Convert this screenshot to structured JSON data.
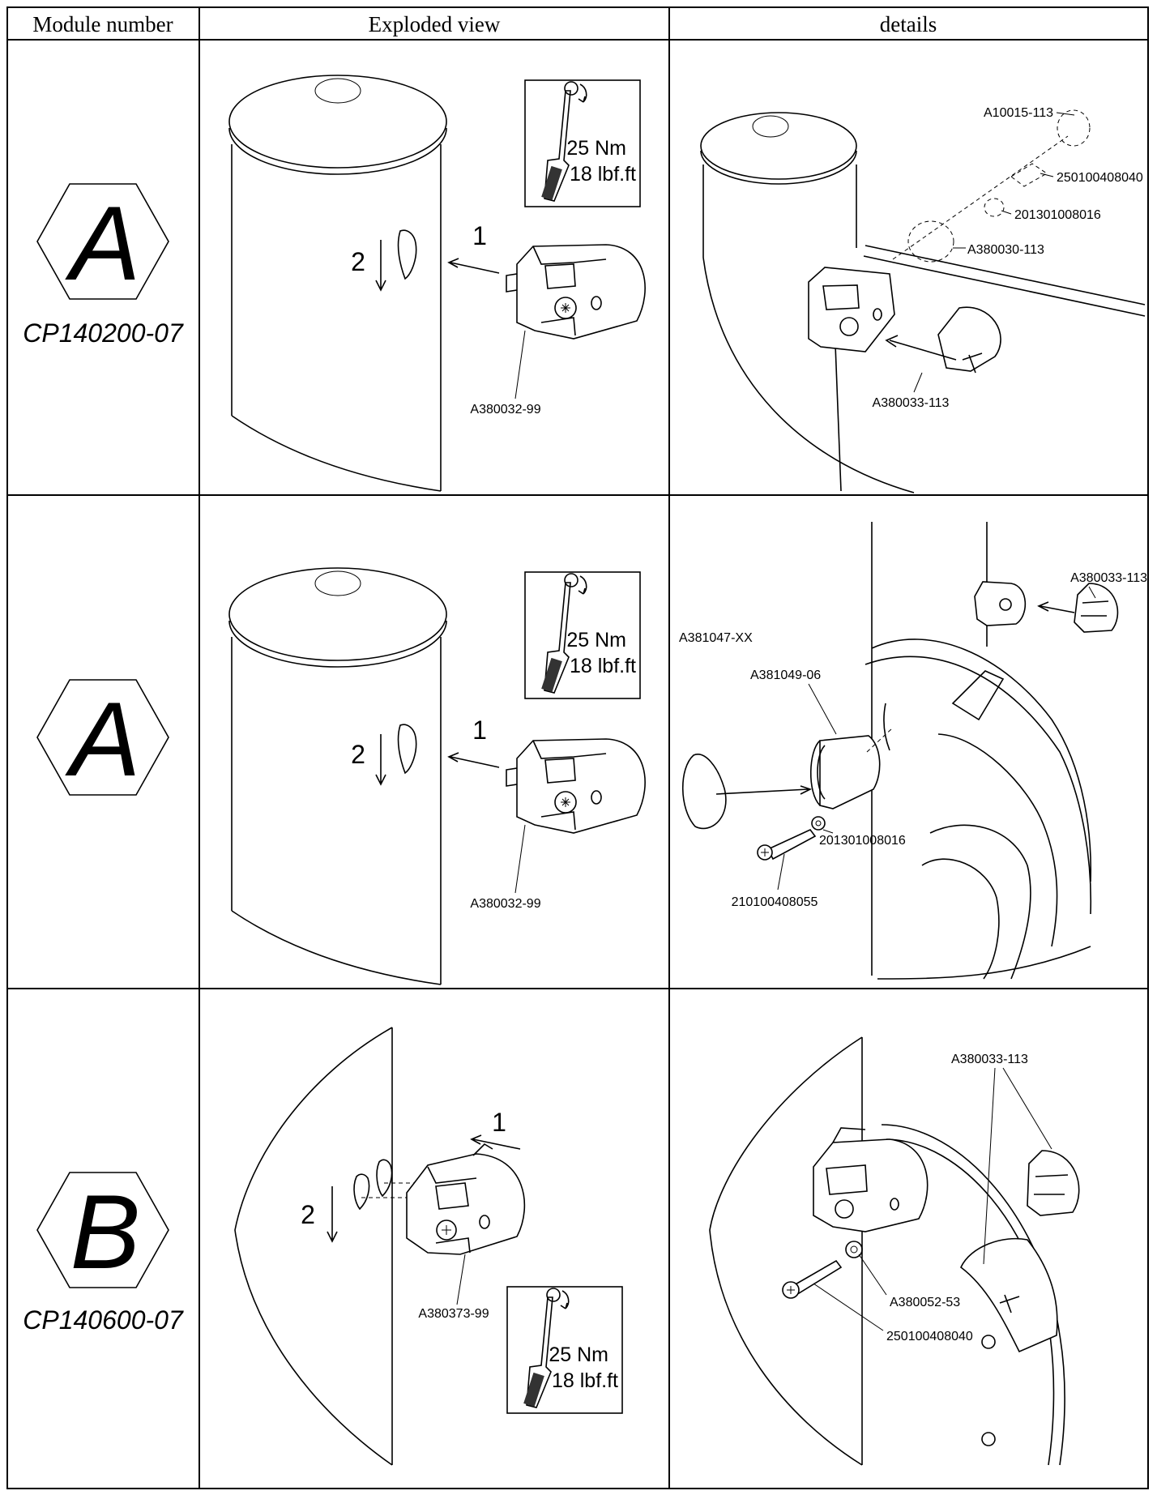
{
  "table": {
    "headers": [
      "Module number",
      "Exploded view",
      "details"
    ]
  },
  "rows": [
    {
      "module_letter": "A",
      "module_code": "CP140200-07",
      "exploded": {
        "torque_nm": "25 Nm",
        "torque_lbf": "18 lbf.ft",
        "step1": "1",
        "step2": "2",
        "part": "A380032-99"
      },
      "details": {
        "parts": [
          "A10015-113",
          "250100408040",
          "201301008016",
          "A380030-113",
          "A380033-113"
        ]
      }
    },
    {
      "module_letter": "A",
      "module_code": "",
      "exploded": {
        "torque_nm": "25 Nm",
        "torque_lbf": "18 lbf.ft",
        "step1": "1",
        "step2": "2",
        "part": "A380032-99"
      },
      "details": {
        "parts": [
          "A380033-113",
          "A381047-XX",
          "A381049-06",
          "201301008016",
          "210100408055"
        ]
      }
    },
    {
      "module_letter": "B",
      "module_code": "CP140600-07",
      "exploded": {
        "torque_nm": "25 Nm",
        "torque_lbf": "18 lbf.ft",
        "step1": "1",
        "step2": "2",
        "part": "A380373-99"
      },
      "details": {
        "parts": [
          "A380033-113",
          "A380052-53",
          "250100408040"
        ]
      }
    }
  ]
}
